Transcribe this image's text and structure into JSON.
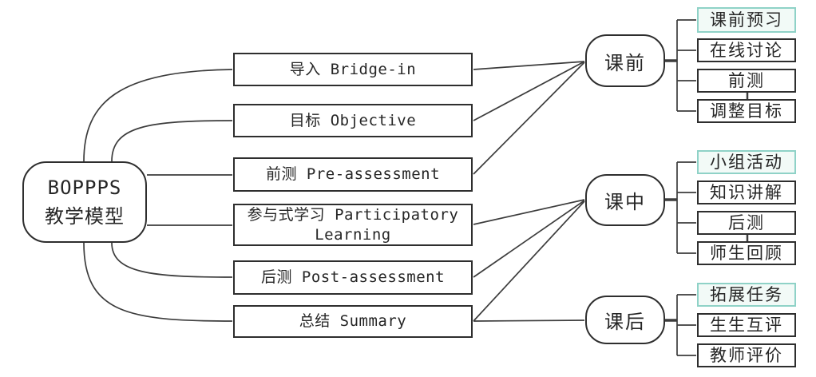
{
  "figure": {
    "title_semantic": "BOPPPS teaching model diagram",
    "root": {
      "line1": "BOPPPS",
      "line2": "教学模型"
    },
    "stages": [
      {
        "label": "导入 Bridge-in"
      },
      {
        "label": "目标 Objective"
      },
      {
        "label": "前测 Pre-assessment"
      },
      {
        "label": "参与式学习 Participatory Learning"
      },
      {
        "label": "后测 Post-assessment"
      },
      {
        "label": "总结 Summary"
      }
    ],
    "phases": [
      {
        "label": "课前",
        "items": [
          {
            "label": "课前预习",
            "highlight": true
          },
          {
            "label": "在线讨论",
            "highlight": false
          },
          {
            "label": "前测",
            "highlight": false
          },
          {
            "label": "调整目标",
            "highlight": false
          }
        ]
      },
      {
        "label": "课中",
        "items": [
          {
            "label": "小组活动",
            "highlight": true
          },
          {
            "label": "知识讲解",
            "highlight": false
          },
          {
            "label": "后测",
            "highlight": false
          },
          {
            "label": "师生回顾",
            "highlight": false
          }
        ]
      },
      {
        "label": "课后",
        "items": [
          {
            "label": "拓展任务",
            "highlight": true
          },
          {
            "label": "生生互评",
            "highlight": false
          },
          {
            "label": "教师评价",
            "highlight": false
          }
        ]
      }
    ],
    "colors": {
      "line": "#3c3c3c",
      "box_border": "#2e2e2e",
      "highlight_border": "#8fd2c7",
      "highlight_bg": "#f2faf7",
      "text": "#262626",
      "background": "#ffffff"
    }
  }
}
